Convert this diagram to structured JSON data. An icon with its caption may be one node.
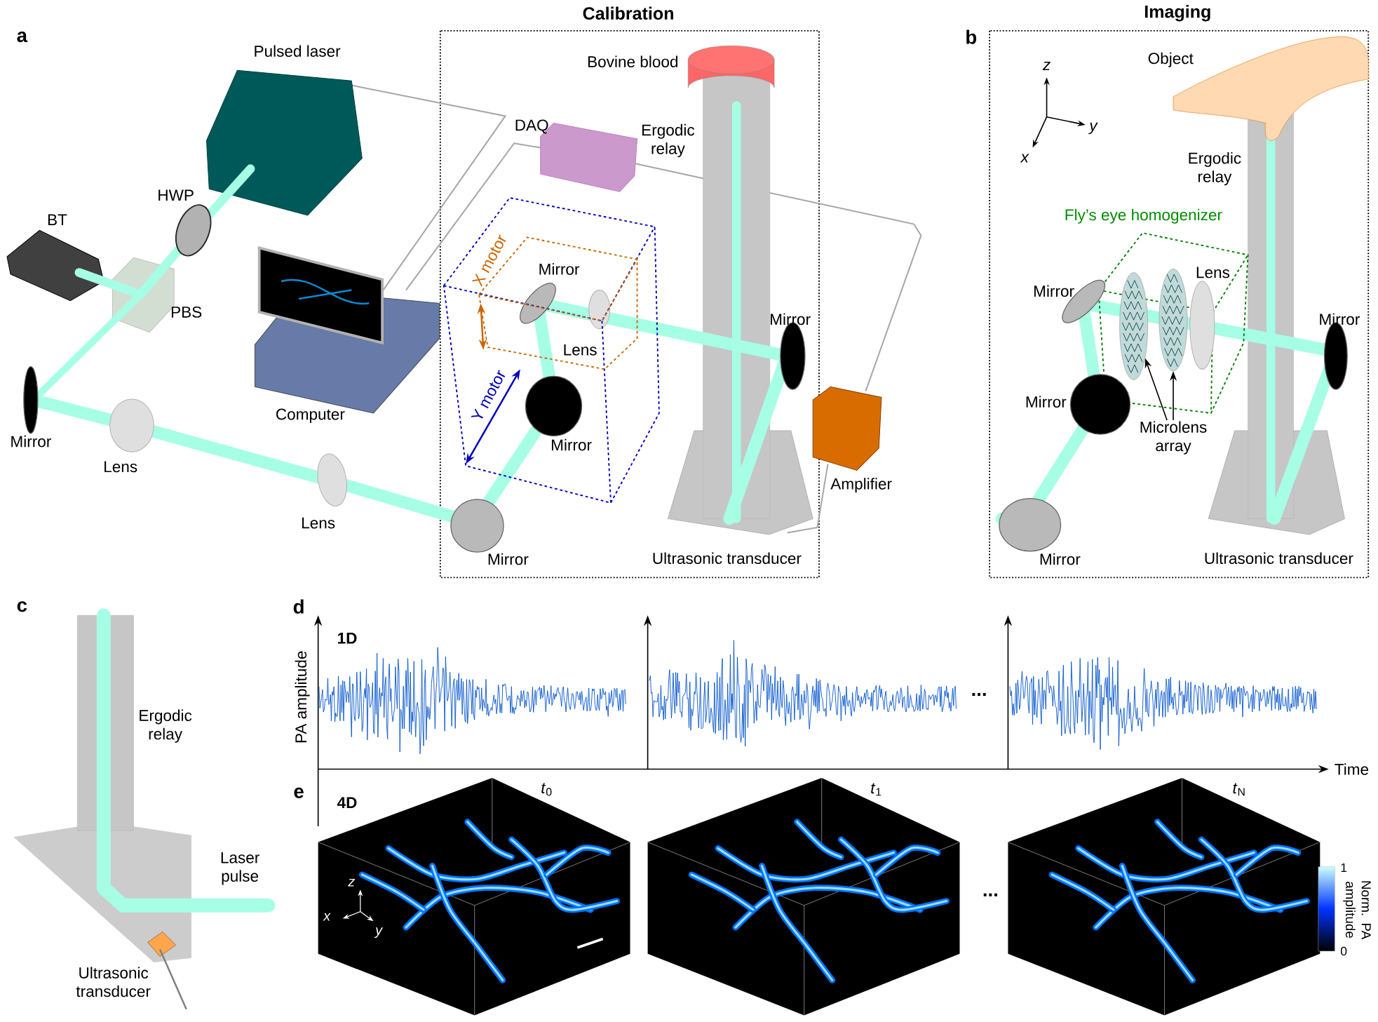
{
  "diagram": {
    "nodes": [
      {
        "text": [
          "Microlens array"
        ]
      },
      {
        "text": [],
        "shape": "picture"
      },
      {
        "text": [],
        "shape": "picture"
      }
    ],
    "edges": [
      {
        "from": 0,
        "to": 1,
        "arrow": "to"
      },
      {
        "from": 0,
        "to": 2,
        "arrow": "to"
      }
    ],
    "labels": [
      "a",
      "Calibration",
      "Imaging",
      "b",
      "Pulsed laser",
      "Bovine blood",
      "DAQ",
      "Ergodic relay",
      "HWP",
      "BT",
      "PBS",
      "X motor",
      "Mirror",
      "Lens",
      "Computer",
      "Mirror",
      "Y motor",
      "Mirror",
      "Mirror",
      "Lens",
      "Lens",
      "Amplifier",
      "Mirror",
      "Ultrasonic transducer",
      "z",
      "y",
      "x",
      "Object",
      "Ergodic relay",
      "Fly’s eye homogenizer",
      "Mirror",
      "Lens",
      "Mirror",
      "Mirror",
      "Mirror",
      "Ultrasonic transducer",
      "c",
      "Ergodic relay",
      "Laser pulse",
      "Ultrasonic transducer",
      "d",
      "1D",
      "PA amplitude",
      "...",
      "Time",
      "e",
      "4D",
      "*t*$_{0}$",
      "*t*$_{1}$",
      "*t*$_{N}$",
      "z",
      "x",
      "y",
      "...",
      "1",
      "0",
      "Norm. PA amplitude"
    ]
  }
}
